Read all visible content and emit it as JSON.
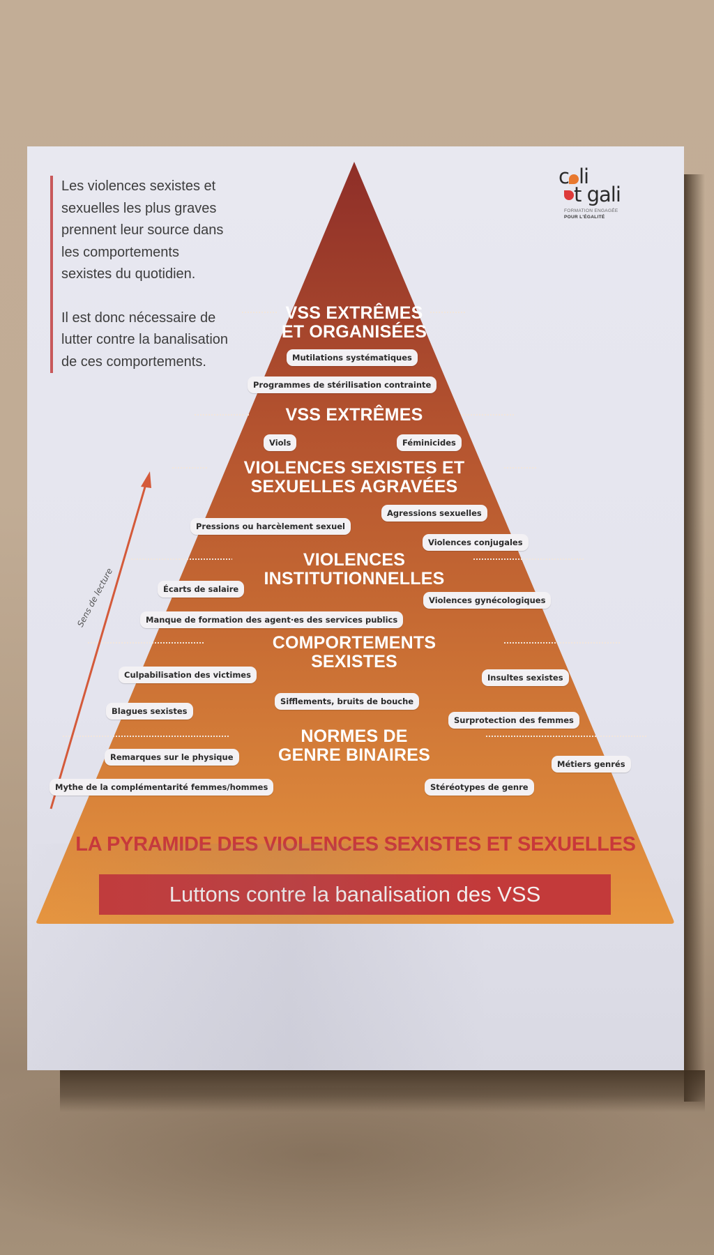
{
  "intro": {
    "paragraph_1": "Les violences sexistes et sexuelles les plus graves prennent leur source dans les comportements sexistes du quotidien.",
    "paragraph_2": "Il est donc nécessaire de lutter contre la banalisation de ces comportements."
  },
  "logo": {
    "line1": "cali",
    "line2": "et gali",
    "sub1": "FORMATION ENGAGÉE",
    "sub2": "POUR L'ÉGALITÉ"
  },
  "reading_direction": {
    "label": "Sens de lecture",
    "icon": "arrow-up-right-icon",
    "color": "#d45a3a"
  },
  "pyramid": {
    "colors": {
      "top": "#8e2e28",
      "middle": "#c0602f",
      "bottom": "#e6953f"
    },
    "levels": [
      {
        "title_line1": "VSS EXTRÊMES",
        "title_line2": "ET ORGANISÉES",
        "items": [
          "Mutilations systématiques",
          "Programmes de stérilisation contrainte"
        ]
      },
      {
        "title_line1": "VSS EXTRÊMES",
        "items": [
          "Viols",
          "Féminicides"
        ]
      },
      {
        "title_line1": "VIOLENCES SEXISTES ET",
        "title_line2": "SEXUELLES AGRAVÉES",
        "items": [
          "Agressions sexuelles",
          "Pressions ou harcèlement sexuel",
          "Violences conjugales"
        ]
      },
      {
        "title_line1": "VIOLENCES",
        "title_line2": "INSTITUTIONNELLES",
        "items": [
          "Écarts de salaire",
          "Violences gynécologiques",
          "Manque de formation des agent·es des services publics"
        ]
      },
      {
        "title_line1": "COMPORTEMENTS",
        "title_line2": "SEXISTES",
        "items": [
          "Culpabilisation des victimes",
          "Insultes sexistes",
          "Sifflements, bruits de bouche",
          "Blagues sexistes",
          "Surprotection des femmes"
        ]
      },
      {
        "title_line1": "NORMES DE",
        "title_line2": "GENRE BINAIRES",
        "items": [
          "Remarques sur le physique",
          "Métiers genrés",
          "Mythe de la complémentarité femmes/hommes",
          "Stéréotypes de genre"
        ]
      }
    ]
  },
  "footer": {
    "title": "LA PYRAMIDE DES VIOLENCES SEXISTES ET SEXUELLES",
    "tagline": "Luttons contre la banalisation des VSS",
    "title_color": "#c8383a",
    "tagline_bg": "#c33a3a"
  }
}
